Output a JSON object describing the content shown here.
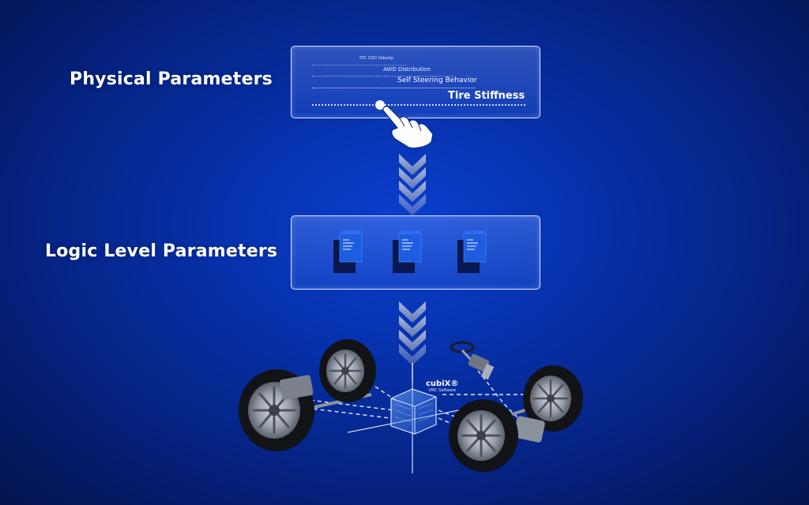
{
  "labels": {
    "physical": "Physical Parameters",
    "logic": "Logic Level Parameters"
  },
  "physical_panel": {
    "items": [
      "STC DSO Sideslip",
      "AWD Distribution",
      "Self Steering Behavior",
      "Tire Stiffness"
    ]
  },
  "brand": {
    "name": "cubiX®",
    "subtitle": "VMC Software"
  },
  "icons": {
    "pointer": "hand-pointer-icon",
    "documents": "document-icon",
    "arrows": "chevron-down-icon",
    "vehicle": "vehicle-chassis-icon"
  },
  "colors": {
    "background": "#0630a8",
    "panel_border": "#ffffff",
    "document": "#1e5de0"
  }
}
